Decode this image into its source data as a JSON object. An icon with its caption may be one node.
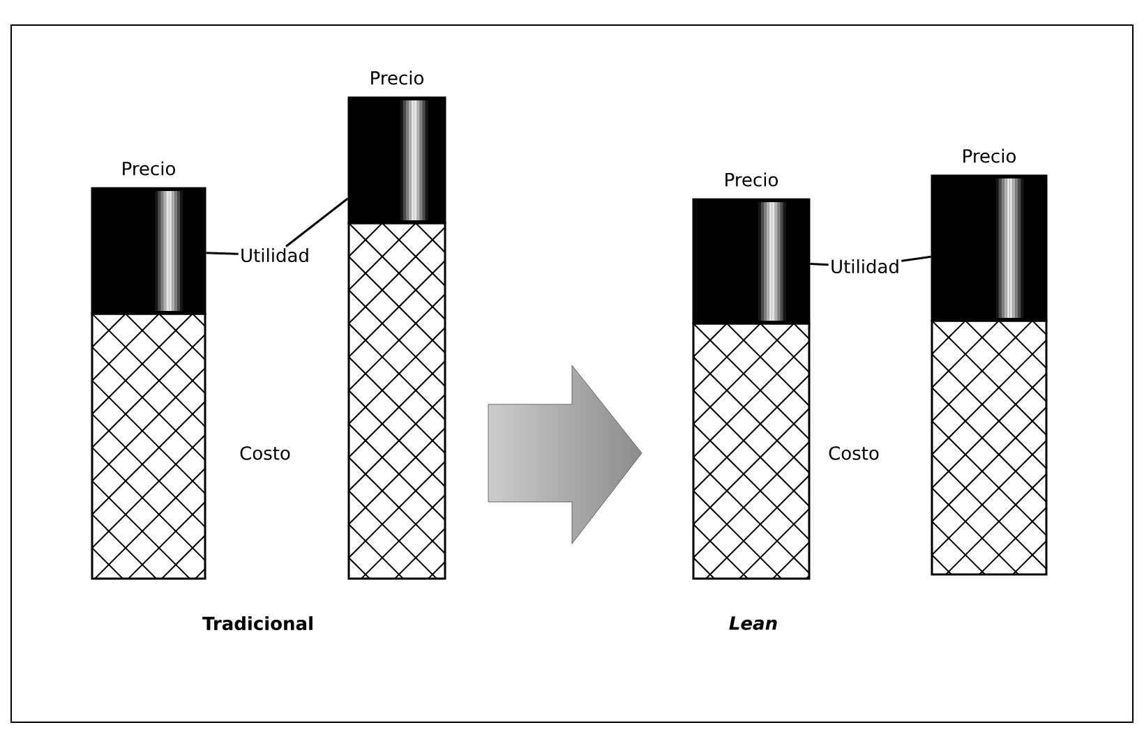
{
  "diagram": {
    "nodes": [
      {
        "text": [
          "Utilidad"
        ]
      },
      {
        "text": [],
        "shape": "bar",
        "beside": [
          "Precio"
        ]
      },
      {
        "text": [],
        "shape": "bar",
        "beside": [
          "Precio"
        ]
      },
      {
        "text": [
          "Utilidad"
        ]
      },
      {
        "text": [],
        "shape": "bar",
        "beside": [
          "Precio"
        ]
      },
      {
        "text": [],
        "shape": "bar",
        "beside": [
          "Precio"
        ]
      }
    ],
    "edges": [
      {
        "from": 0,
        "to": 1,
        "arrow": "none"
      },
      {
        "from": 0,
        "to": 2,
        "arrow": "none"
      },
      {
        "from": 3,
        "to": 4,
        "arrow": "none"
      },
      {
        "from": 3,
        "to": 5,
        "arrow": "none"
      }
    ],
    "labels": [
      "Costo",
      "Costo",
      "Tradicional",
      "Lean"
    ]
  }
}
